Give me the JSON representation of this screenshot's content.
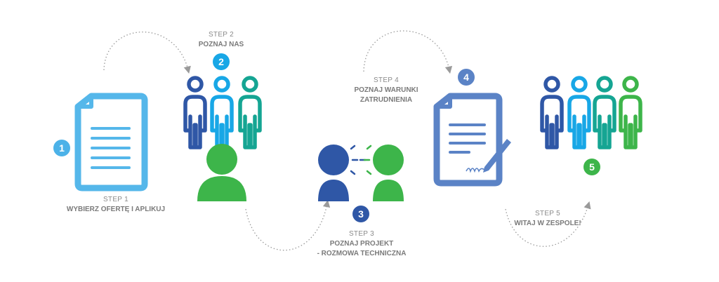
{
  "steps": [
    {
      "number": "1",
      "step_text": "STEP 1",
      "title": "WYBIERZ OFERTĘ I APLIKUJ",
      "badge_color": "#4cb2e8"
    },
    {
      "number": "2",
      "step_text": "STEP 2",
      "title": "POZNAJ NAS",
      "badge_color": "#18a7e6"
    },
    {
      "number": "3",
      "step_text": "STEP 3",
      "title": "POZNAJ PROJEKT\n- ROZMOWA TECHNICZNA",
      "badge_color": "#2f57a6"
    },
    {
      "number": "4",
      "step_text": "STEP 4",
      "title": "POZNAJ WARUNKI\nZATRUDNIENIA",
      "badge_color": "#5b83c6"
    },
    {
      "number": "5",
      "step_text": "STEP 5",
      "title": "WITAJ W ZESPOLE!",
      "badge_color": "#3db54a"
    }
  ],
  "colors": {
    "dark_blue": "#2f57a6",
    "light_blue": "#18a7e6",
    "sky_blue": "#55b7ea",
    "teal": "#15a593",
    "green": "#3db54a",
    "doc_blue": "#5b83c6",
    "dotted": "#9a9a9a"
  },
  "icons": [
    "document-icon",
    "team-with-candidate-icon",
    "interview-icon",
    "signed-contract-icon",
    "full-team-icon"
  ]
}
